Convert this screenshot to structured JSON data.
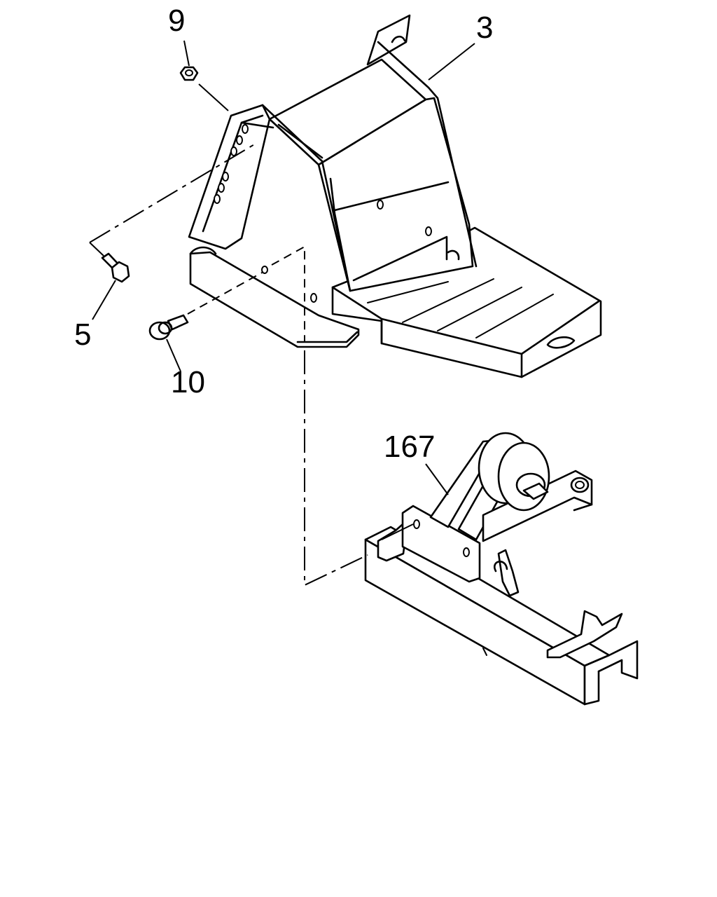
{
  "callouts": [
    {
      "id": "nut",
      "label": "9"
    },
    {
      "id": "bracket",
      "label": "3"
    },
    {
      "id": "bolt-small",
      "label": "5"
    },
    {
      "id": "bolt-flange",
      "label": "10"
    },
    {
      "id": "engine-mount",
      "label": "167"
    }
  ]
}
